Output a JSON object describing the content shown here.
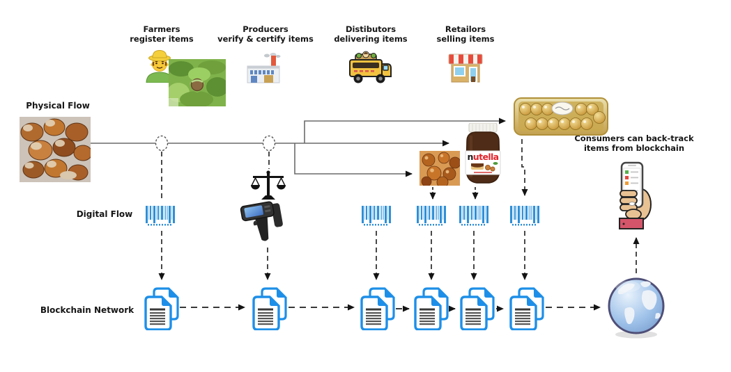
{
  "row_labels": {
    "physical": "Physical Flow",
    "digital": "Digital Flow",
    "blockchain": "Blockchain Network"
  },
  "stages": [
    {
      "label": "Farmers\nregister items",
      "icon": "farmer-icon"
    },
    {
      "label": "Producers\nverify & certify items",
      "icon": "factory-icon"
    },
    {
      "label": "Distibutors\ndelivering items",
      "icon": "delivery-truck-icon"
    },
    {
      "label": "Retailors\nselling items",
      "icon": "storefront-icon"
    }
  ],
  "consumer_note": "Consumers can back-track\nitems from blockchain",
  "nutella_brand": {
    "first_letter": "n",
    "rest": "utella"
  },
  "icons": [
    "farmer-icon",
    "hazelnut-plant-photo",
    "factory-icon",
    "delivery-truck-icon",
    "storefront-icon",
    "hazelnuts-photo",
    "flow-node-ellipse",
    "scale-icon",
    "barcode-scanner-icon",
    "barcode-icon",
    "roasted-hazelnuts-photo",
    "nutella-jar",
    "ferrero-chocolates-box",
    "phone-in-hand-icon",
    "globe-icon",
    "ledger-docs-icon"
  ],
  "colors": {
    "barcode_blue": "#2e8fd8",
    "barcode_light_blue": "#8ec6ef",
    "doc_border_blue": "#1e8fe8",
    "arrow_black": "#141414",
    "physical_line_gray": "#6a6a6a",
    "nutella_red": "#e3222a"
  }
}
